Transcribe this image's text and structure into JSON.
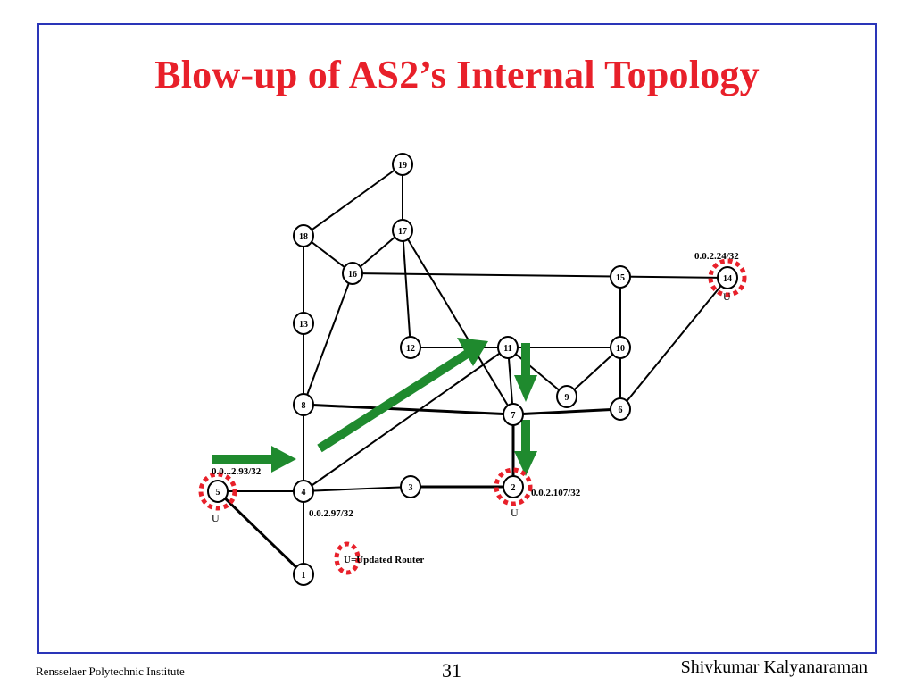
{
  "slide": {
    "title": "Blow-up of AS2’s Internal Topology",
    "footer_left": "Rensselaer Polytechnic Institute",
    "page_number": "31",
    "footer_right": "Shivkumar Kalyanaraman"
  },
  "diagram": {
    "nodes": [
      "1",
      "2",
      "3",
      "4",
      "5",
      "6",
      "7",
      "8",
      "9",
      "10",
      "11",
      "12",
      "13",
      "14",
      "15",
      "16",
      "17",
      "18",
      "19"
    ],
    "updated_nodes": [
      "5",
      "2",
      "14"
    ],
    "labels": {
      "node5_address": "0.0...2.93/32",
      "node4_address": "0.0.2.97/32",
      "node2_address": "0.0.2.107/32",
      "node14_address": "0.0.2.24/32",
      "updated_marker_5": "U",
      "updated_marker_2": "U",
      "updated_marker_14": "U",
      "legend_text": "U=Updated Router"
    },
    "colors": {
      "updated_ring": "#e8202a",
      "arrow": "#1f8a2e",
      "frame": "#2a35b8",
      "title": "#e8202a"
    }
  }
}
